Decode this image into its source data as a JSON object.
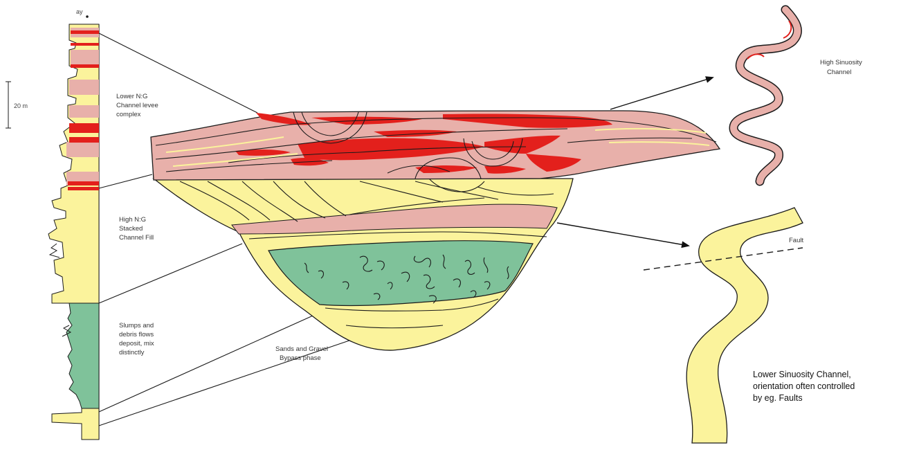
{
  "colors": {
    "sand": "#fbf39c",
    "mud_pink": "#e8b0aa",
    "red_sand": "#e3201c",
    "green_mud": "#7fc29a",
    "line": "#1a1a1a"
  },
  "log": {
    "top_label": "ay",
    "scale_label": "20 m"
  },
  "labels": {
    "upper_unit": [
      "Lower N:G",
      "Channel levee",
      "complex"
    ],
    "middle_unit": [
      "High N:G",
      "Stacked",
      "Channel Fill"
    ],
    "lower_unit": [
      "Slumps and",
      "debris flows",
      "deposit, mix",
      "distinctly"
    ],
    "base_unit": [
      "Sands and Gravel",
      "Bypass phase"
    ],
    "high_sinuosity": [
      "High Sinuosity",
      "Channel"
    ],
    "fault": "Fault",
    "low_sinuosity": [
      "Lower Sinuosity Channel,",
      "orientation often controlled",
      "by eg. Faults"
    ]
  }
}
